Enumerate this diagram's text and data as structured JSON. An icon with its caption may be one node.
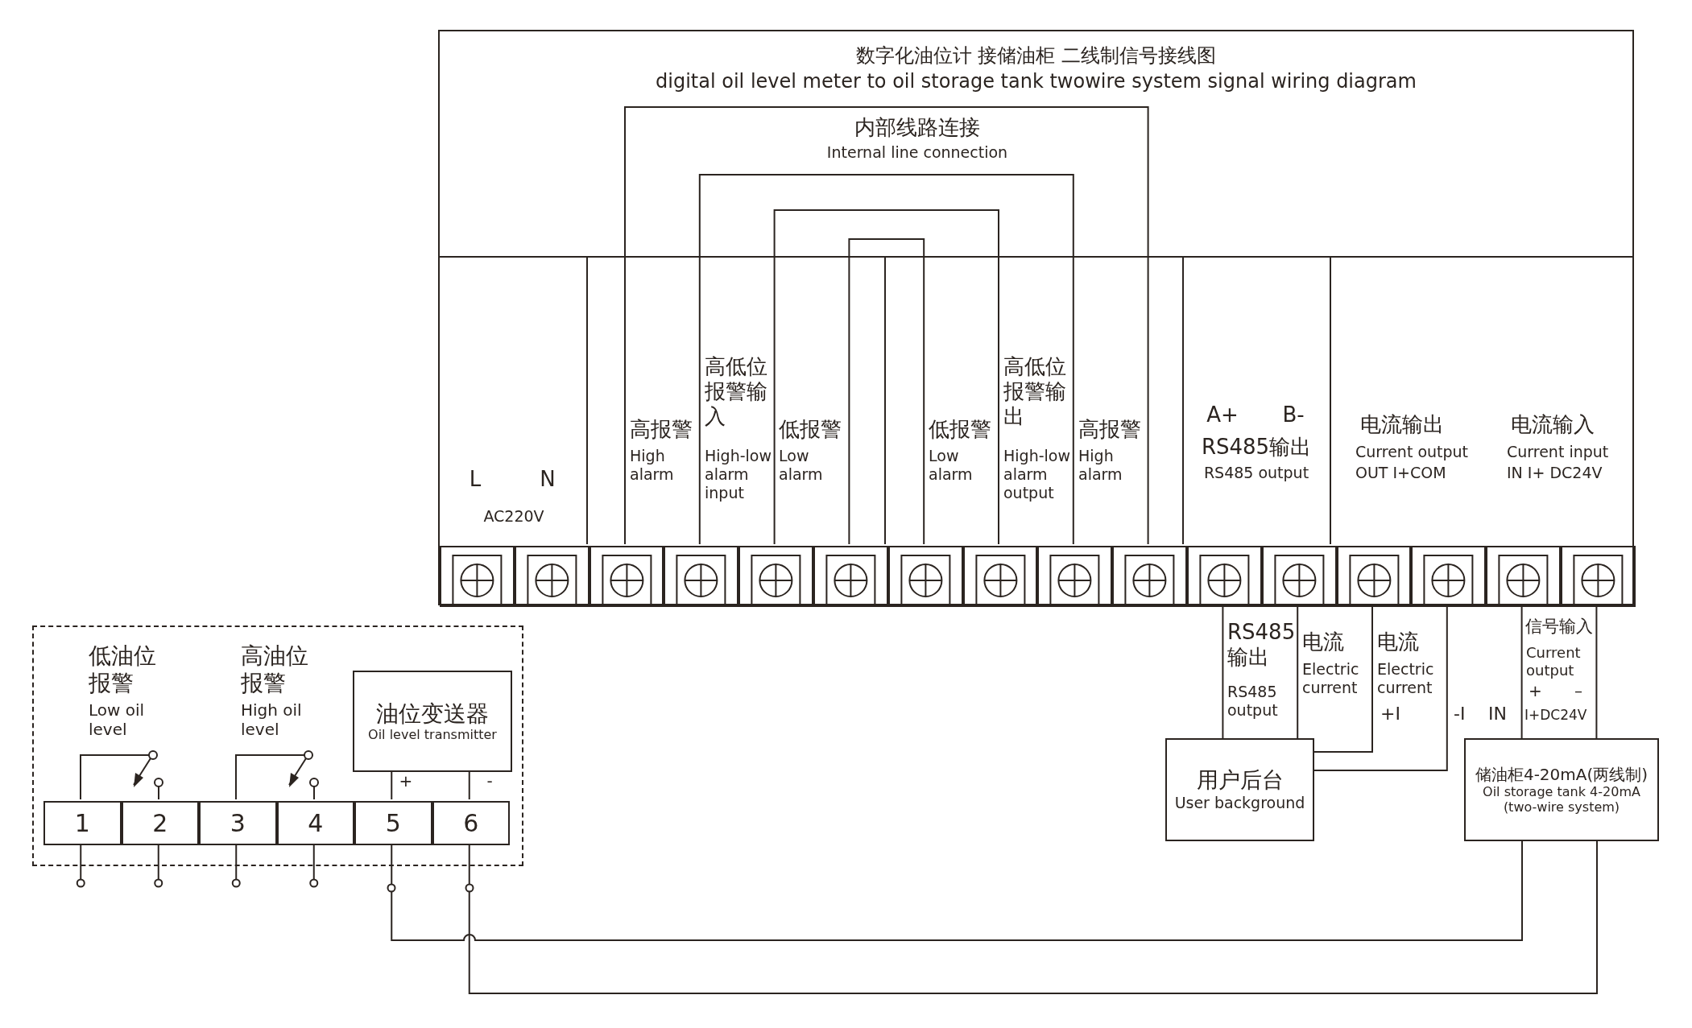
{
  "diagram": {
    "nodes": [
      {
        "text": [
          "数字化油位计 接储油柜 二线制信号接线图",
          "digital oil level meter to oil storage tank twowire system signal wiring diagram"
        ]
      },
      {
        "text": [],
        "shape": "box",
        "in": 0
      },
      {
        "text": [],
        "shape": "box",
        "in": 0
      },
      {
        "text": [],
        "shape": "box",
        "in": 0
      },
      {
        "text": [],
        "shape": "box",
        "in": 0
      },
      {
        "text": [],
        "shape": "box",
        "in": 0
      },
      {
        "text": [],
        "shape": "box",
        "in": 0
      },
      {
        "text": [],
        "shape": "box",
        "in": 0
      },
      {
        "text": [],
        "shape": "box",
        "in": 0
      },
      {
        "text": [],
        "shape": "box",
        "in": 0
      },
      {
        "text": [],
        "shape": "box",
        "in": 0
      },
      {
        "text": [],
        "shape": "box",
        "in": 0
      },
      {
        "text": [],
        "shape": "box",
        "in": 0
      },
      {
        "text": [],
        "shape": "box",
        "in": 0
      },
      {
        "text": [],
        "shape": "box",
        "in": 0
      },
      {
        "text": [],
        "shape": "box",
        "in": 0
      },
      {
        "text": [],
        "shape": "box",
        "in": 0
      },
      {
        "text": [
          "用户后台",
          "User background"
        ]
      },
      {
        "text": [
          "储油柜4-20mA(两线制)",
          "Oil storage tank 4-20mA (two-wire system)"
        ]
      },
      {
        "text": [],
        "shape": "box"
      },
      {
        "text": [
          "1"
        ],
        "in": 19
      },
      {
        "text": [
          "2"
        ],
        "in": 19
      },
      {
        "text": [
          "3"
        ],
        "in": 19
      },
      {
        "text": [
          "4"
        ],
        "in": 19
      },
      {
        "text": [
          "5"
        ],
        "in": 19
      },
      {
        "text": [
          "6"
        ],
        "in": 19
      },
      {
        "text": [
          "油位变送器",
          "Oil level transmitter"
        ],
        "in": 19
      }
    ],
    "edges": [
      {
        "from": 3,
        "to": 10,
        "arrow": "none"
      },
      {
        "from": 4,
        "to": 9,
        "arrow": "none"
      },
      {
        "from": 5,
        "to": 8,
        "arrow": "none"
      },
      {
        "from": 6,
        "to": 7,
        "arrow": "none"
      },
      {
        "from": 11,
        "to": 17,
        "arrow": "none"
      },
      {
        "from": 12,
        "to": 17,
        "arrow": "none"
      },
      {
        "from": 13,
        "to": 17,
        "arrow": "none"
      },
      {
        "from": 14,
        "to": 17,
        "arrow": "none"
      },
      {
        "from": 15,
        "to": 18,
        "arrow": "none"
      },
      {
        "from": 16,
        "to": 18,
        "arrow": "none"
      },
      {
        "from": 26,
        "to": 24,
        "arrow": "none"
      },
      {
        "from": 26,
        "to": 25,
        "arrow": "none"
      },
      {
        "from": 24,
        "to": 18,
        "arrow": "none"
      },
      {
        "from": 25,
        "to": 18,
        "arrow": "none"
      },
      {
        "from": 20,
        "to": null,
        "arrow": "other"
      },
      {
        "from": 21,
        "to": null,
        "arrow": "other"
      },
      {
        "from": 22,
        "to": null,
        "arrow": "other"
      },
      {
        "from": 23,
        "to": null,
        "arrow": "other"
      }
    ],
    "labels": [
      "内部线路连接",
      "Internal line connection",
      "L",
      "N",
      "AC220V",
      "高报警",
      "High alarm",
      "高低位报警输入",
      "High-low alarm input",
      "低报警",
      "Low alarm",
      "低报警",
      "Low alarm",
      "高低位报警输出",
      "High-low alarm output",
      "高报警",
      "High alarm",
      "A+",
      "B-",
      "RS485输出",
      "RS485 output",
      "电流输出",
      "Current output",
      "OUT I+COM",
      "电流输入",
      "Current input",
      "IN I+ DC24V",
      "RS485输出",
      "RS485 output",
      "电流",
      "Electric current",
      "电流",
      "Electric current",
      "+I",
      "-I",
      "IN",
      "信号输入",
      "Current output",
      "+",
      "–",
      "I+DC24V",
      "低油位报警",
      "Low oil level",
      "高油位报警",
      "High oil level",
      "+",
      "-"
    ]
  }
}
